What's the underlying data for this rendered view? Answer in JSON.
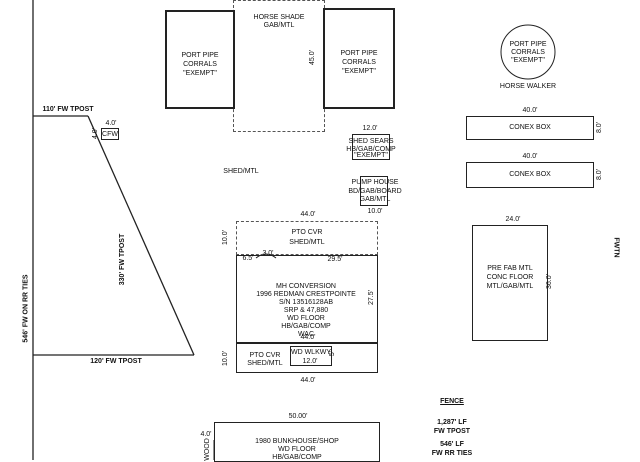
{
  "structures": {
    "horse_shade": {
      "title": "HORSE SHADE",
      "sub": "GAB/MTL",
      "dim": "45.0'"
    },
    "corral_left": {
      "l1": "PORT PIPE",
      "l2": "CORRALS",
      "l3": "\"EXEMPT\""
    },
    "corral_right": {
      "l1": "PORT PIPE",
      "l2": "CORRALS",
      "l3": "\"EXEMPT\""
    },
    "walker": {
      "l1": "PORT PIPE",
      "l2": "CORRALS",
      "l3": "\"EXEMPT\"",
      "caption": "HORSE WALKER"
    },
    "conex1": {
      "label": "CONEX BOX",
      "w": "40.0'",
      "h": "8.0'"
    },
    "conex2": {
      "label": "CONEX BOX",
      "w": "40.0'",
      "h": "8.0'"
    },
    "shed_sears": {
      "dim": "12.0'",
      "l1": "SHED SEARS",
      "l2": "HB/GAB/COMP",
      "l3": "\"EXEMPT\""
    },
    "pump_house": {
      "l1": "PUMP HOUSE",
      "l2": "BD/GAB/BOARD",
      "l3": "GAB/MTL",
      "dim": "10.0'"
    },
    "cfw": {
      "label": "CFW",
      "dim_top": "4.0'",
      "dim_side": "4.0'"
    },
    "shed_mtl": {
      "label": "SHED/MTL"
    },
    "pto_top": {
      "width": "44.0'",
      "l1": "PTO CVR",
      "l2": "SHED/MTL",
      "side": "10.0'"
    },
    "mh": {
      "l1": "MH CONVERSION",
      "l2": "1996 REDMAN CRESTPOINTE",
      "l3": "S/N 13516128AB",
      "l4": "SRP & 47,880",
      "l5": "WD FLOOR",
      "l6": "HB/GAB/COMP",
      "l7": "WAC",
      "dim_a": "6.5'",
      "dim_b": "3.0'",
      "dim_c": "29.5'",
      "dim_side": "27.5'",
      "dim_bottom": "44.0'"
    },
    "pto_bottom": {
      "l1": "PTO CVR",
      "l2": "SHED/MTL",
      "side": "10.0'",
      "bottom": "44.0'"
    },
    "wd_wlkwy": {
      "label": "WD WLKWY",
      "dim": "12.0'",
      "side": "5'"
    },
    "prefab": {
      "w": "24.0'",
      "h": "36.0'",
      "l1": "PRE FAB MTL",
      "l2": "CONC FLOOR",
      "l3": "MTL/GAB/MTL"
    },
    "bunkhouse": {
      "w": "50.00'",
      "l1": "1980 BUNKHOUSE/SHOP",
      "l2": "WD FLOOR",
      "l3": "HB/GAB/COMP",
      "side_dim": "4.0'",
      "side_lbl": "WOOD"
    }
  },
  "fence": {
    "title": "FENCE",
    "l1": "1,287' LF",
    "l2": "FW TPOST",
    "l3": "546' LF",
    "l4": "FW RR TIES"
  },
  "property": {
    "top_label": "110' FW TPOST",
    "diag_label": "330' FW TPOST",
    "bottom_label": "120' FW TPOST",
    "left_label": "546' FW ON RR TIES",
    "right_label": "FWTN"
  }
}
